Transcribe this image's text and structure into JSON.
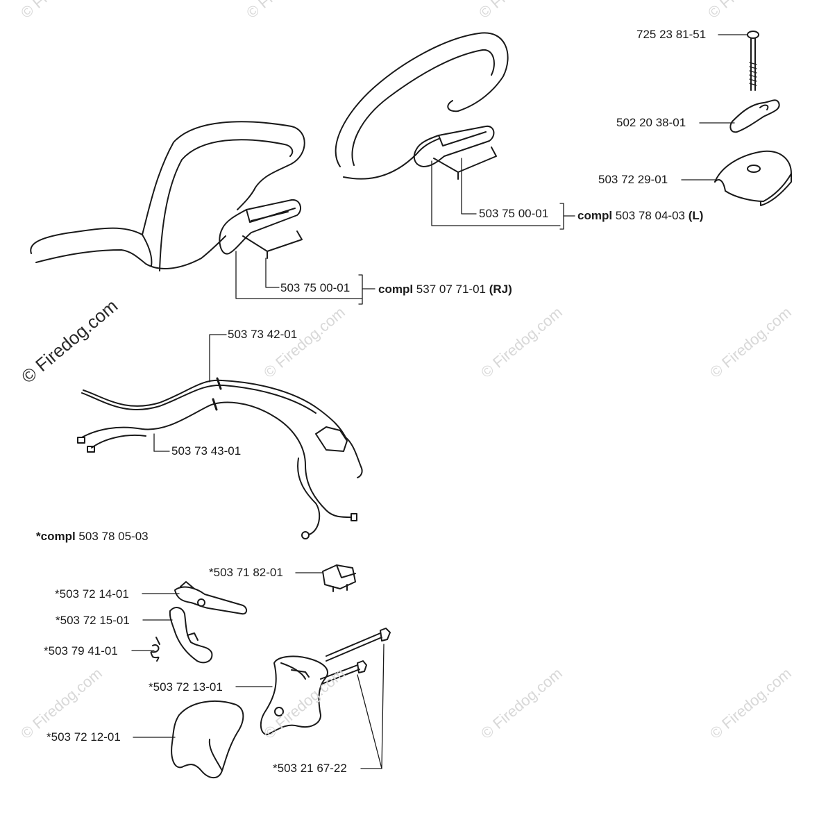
{
  "watermark": {
    "text": "Firedog.com",
    "symbol": "©"
  },
  "parts": {
    "bolt": "725 23 81-51",
    "knob": "502 20 38-01",
    "clamp": "503 72 29-01",
    "holder_left": "503 75 00-01",
    "compl_left_prefix": "compl",
    "compl_left_number": "503 78 04-03",
    "compl_left_suffix": "(L)",
    "holder_rj": "503 75 00-01",
    "compl_rj_prefix": "compl",
    "compl_rj_number": "537 07 71-01",
    "compl_rj_suffix": "(RJ)",
    "cable_upper": "503 73 42-01",
    "cable_lower": "503 73 43-01",
    "compl_kit_prefix": "*compl",
    "compl_kit_number": "503 78 05-03",
    "switch": "*503 71 82-01",
    "throttle_trigger": "*503 72 14-01",
    "lockout": "*503 72 15-01",
    "spring": "*503 79 41-01",
    "handle_half": "*503 72 13-01",
    "handle_cover": "*503 72 12-01",
    "screws": "*503 21 67-22"
  }
}
